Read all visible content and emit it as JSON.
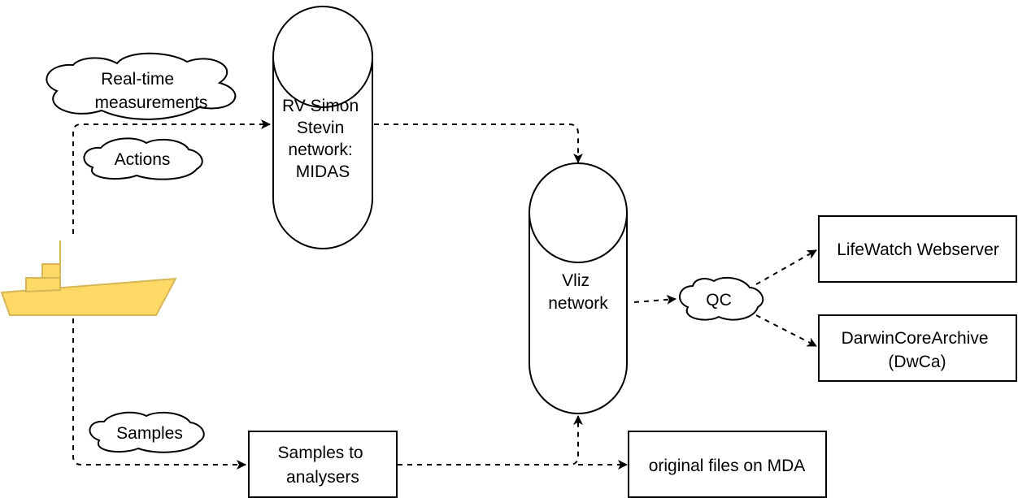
{
  "nodes": {
    "realtime": {
      "lines": [
        "Real-time",
        "measurements"
      ]
    },
    "actions": {
      "label": "Actions"
    },
    "midas": {
      "lines": [
        "RV Simon",
        "Stevin",
        "network:",
        "MIDAS"
      ]
    },
    "vliz": {
      "lines": [
        "Vliz",
        "network"
      ]
    },
    "qc": {
      "label": "QC"
    },
    "lifewatch": {
      "label": "LifeWatch Webserver"
    },
    "dwca": {
      "lines": [
        "DarwinCoreArchive",
        "(DwCa)"
      ]
    },
    "samples_cloud": {
      "label": "Samples"
    },
    "analysers": {
      "lines": [
        "Samples to",
        "analysers"
      ]
    },
    "mda": {
      "label": "original files on MDA"
    }
  },
  "colors": {
    "ship_fill": "#FFD966",
    "ship_stroke": "#D6B656",
    "line": "#000000"
  }
}
